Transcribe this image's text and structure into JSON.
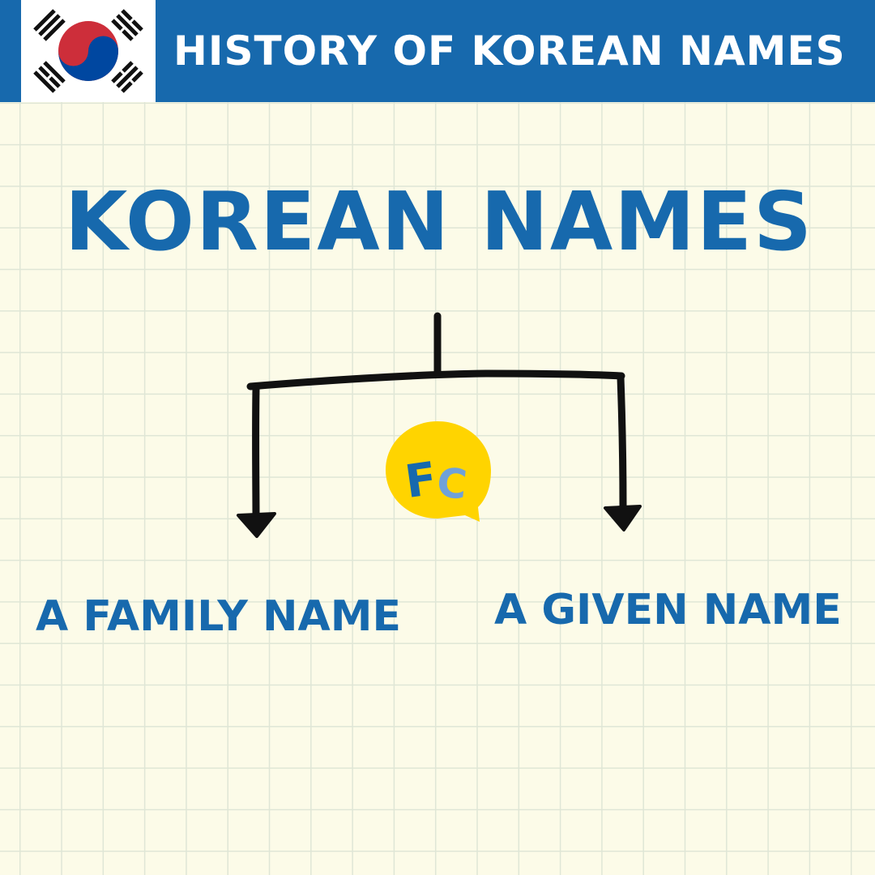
{
  "header": {
    "title": "HISTORY OF KOREAN NAMES",
    "flag_icon": "south-korea-flag-icon",
    "color": "#1769ad"
  },
  "diagram": {
    "root": "KOREAN NAMES",
    "branches": [
      "A FAMILY NAME",
      "A GIVEN NAME"
    ]
  },
  "logo": {
    "text": "FC",
    "icon": "fc-speech-bubble-logo",
    "bubble_color": "#ffd400",
    "letter_colors": [
      "#1769ad",
      "#6fa1d9"
    ]
  },
  "colors": {
    "background": "#fcfbe8",
    "grid": "#dfe6d6",
    "text": "#1769ad",
    "arrows": "#111111"
  }
}
